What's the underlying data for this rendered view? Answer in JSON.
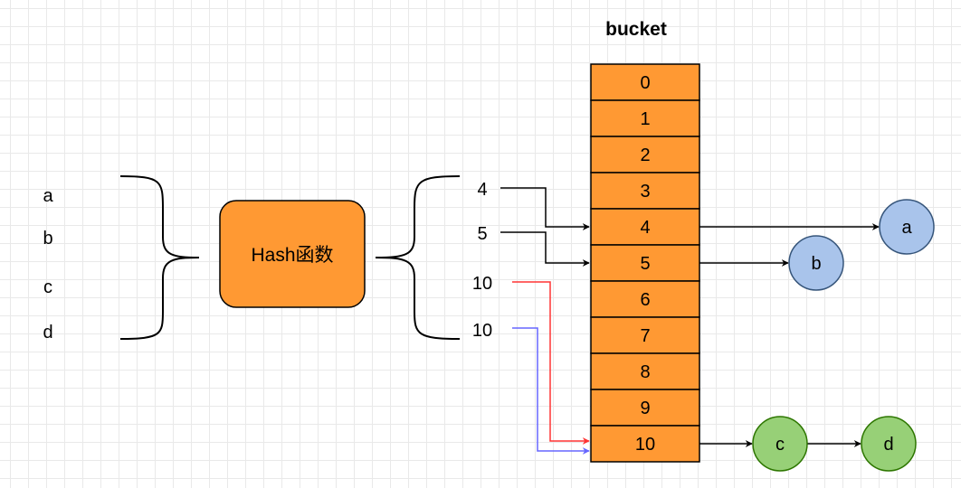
{
  "title": "bucket",
  "inputs": [
    "a",
    "b",
    "c",
    "d"
  ],
  "hash_function": {
    "label": "Hash函数",
    "fill": "#FF9933",
    "stroke": "#000000"
  },
  "hash_values": [
    "4",
    "5",
    "10",
    "10"
  ],
  "buckets": [
    "0",
    "1",
    "2",
    "3",
    "4",
    "5",
    "6",
    "7",
    "8",
    "9",
    "10"
  ],
  "nodes": [
    {
      "label": "a",
      "fill": "#A9C4EB",
      "stroke": "#36557A"
    },
    {
      "label": "b",
      "fill": "#A9C4EB",
      "stroke": "#36557A"
    },
    {
      "label": "c",
      "fill": "#97D077",
      "stroke": "#2D7600"
    },
    {
      "label": "d",
      "fill": "#97D077",
      "stroke": "#2D7600"
    }
  ],
  "colors": {
    "bucket_fill": "#FF9933",
    "collision_arrow_1": "#FF3333",
    "collision_arrow_2": "#6666FF",
    "arrow": "#000000"
  }
}
